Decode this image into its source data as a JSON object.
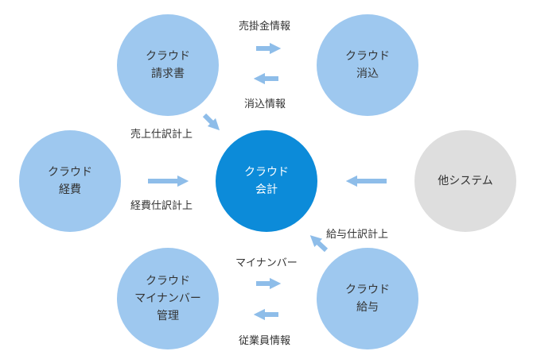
{
  "colors": {
    "node_light": "#9ec8ef",
    "node_main": "#0c8bd9",
    "node_grey": "#dedede",
    "arrow": "#8ebde9"
  },
  "nodes": {
    "invoice": "クラウド\n請求書",
    "reconcile": "クラウド\n消込",
    "expense": "クラウド\n経費",
    "accounting": "クラウド\n会計",
    "other": "他システム",
    "mynumber": "クラウド\nマイナンバー\n管理",
    "payroll": "クラウド\n給与"
  },
  "edges": {
    "receivables_info": "売掛金情報",
    "reconcile_info": "消込情報",
    "sales_journal": "売上仕訳計上",
    "expense_journal": "経費仕訳計上",
    "payroll_journal": "給与仕訳計上",
    "mynumber": "マイナンバー",
    "employee_info": "従業員情報"
  }
}
